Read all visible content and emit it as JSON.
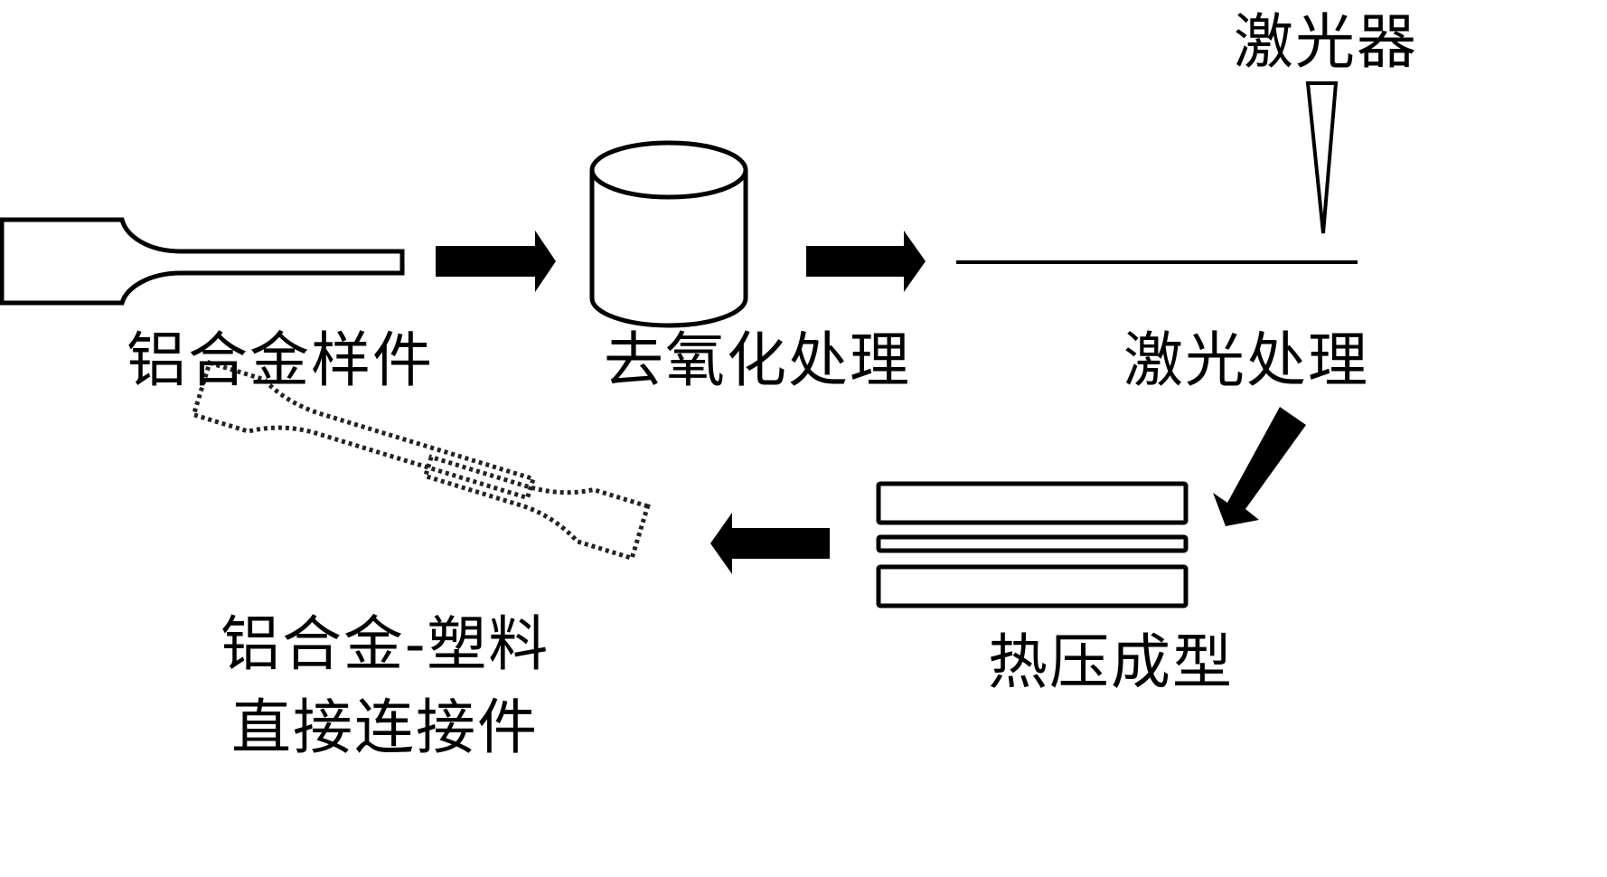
{
  "diagram": {
    "title": "",
    "steps": [
      {
        "id": "sample",
        "label": "铝合金样件"
      },
      {
        "id": "deoxidize",
        "label": "去氧化处理"
      },
      {
        "id": "laser",
        "label": "激光处理"
      },
      {
        "id": "hotpress",
        "label": "热压成型"
      },
      {
        "id": "joint",
        "label_line1": "铝合金-塑料",
        "label_line2": "直接连接件"
      }
    ],
    "laser_device_label": "激光器",
    "flow": [
      "sample",
      "deoxidize",
      "laser",
      "hotpress",
      "joint"
    ],
    "colors": {
      "stroke": "#000000",
      "background": "#ffffff"
    }
  }
}
